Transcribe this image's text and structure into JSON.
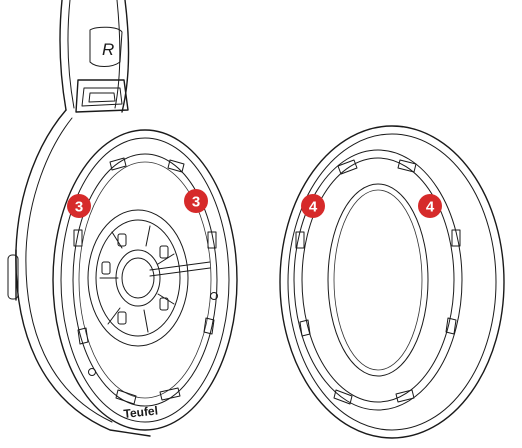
{
  "headphone": {
    "side_marker": "R",
    "brand_logo": "Teufel",
    "step_labels": [
      "3",
      "3"
    ]
  },
  "ear_pad": {
    "step_labels": [
      "4",
      "4"
    ]
  },
  "colors": {
    "badge": "#d62a2a",
    "line": "#1a1a1a",
    "background": "#ffffff"
  }
}
